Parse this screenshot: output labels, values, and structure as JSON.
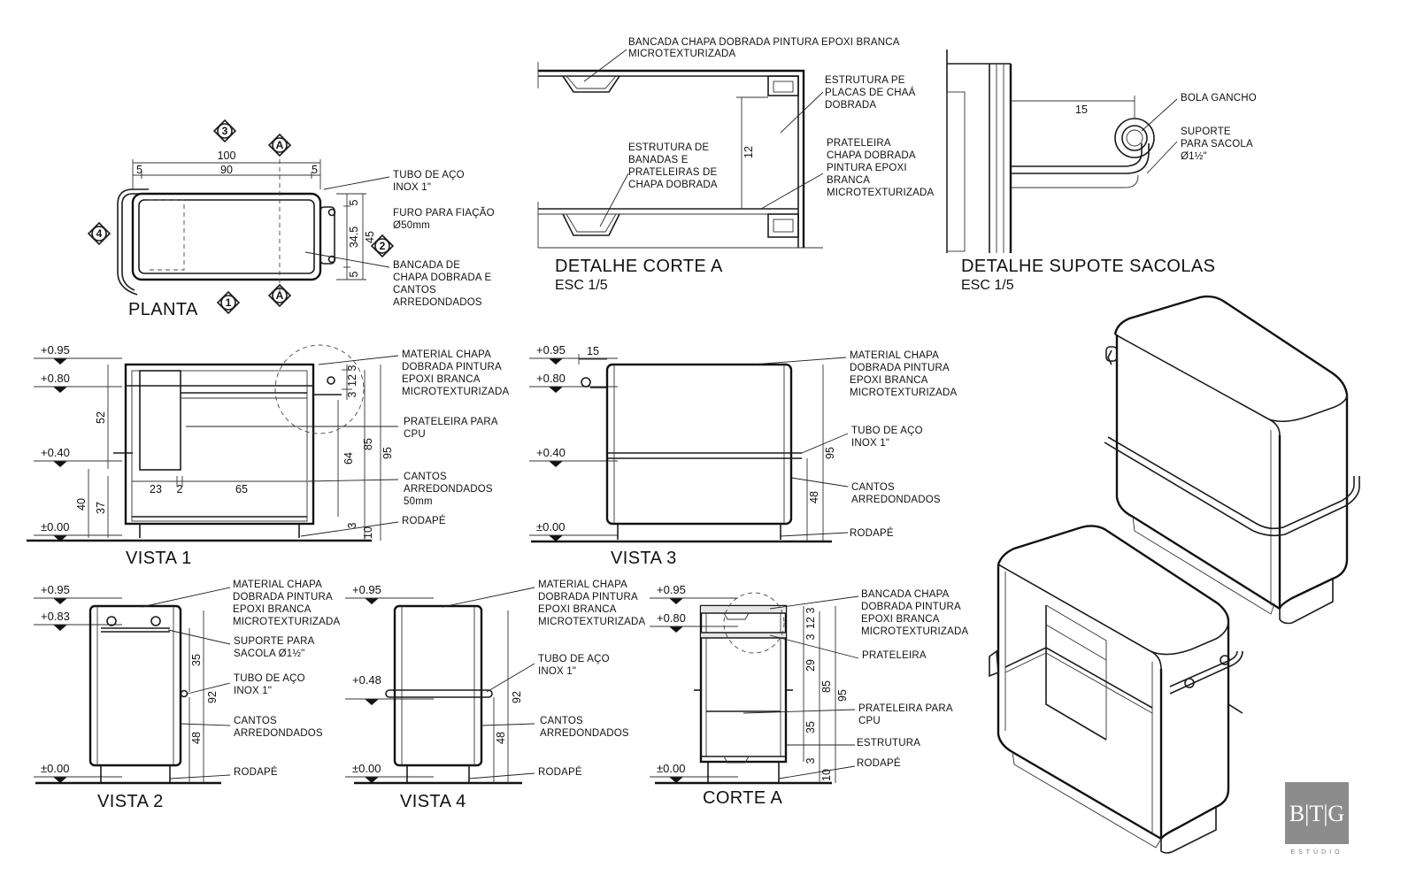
{
  "planta": {
    "title": "PLANTA",
    "tags": {
      "t3": "3",
      "tA_top": "A",
      "t4": "4",
      "t2": "2",
      "t1": "1",
      "tA_bot": "A"
    },
    "dims": {
      "d100": "100",
      "d90": "90",
      "d5a": "5",
      "d5b": "5",
      "d5c": "5",
      "d345": "34.5",
      "d45": "45",
      "d5d": "5"
    },
    "notes": {
      "tubo": [
        "TUBO DE AÇO",
        "INOX 1\""
      ],
      "furo": [
        "FURO PARA FIAÇÃO",
        "Ø50mm"
      ],
      "bancada": [
        "BANCADA DE",
        "CHAPA DOBRADA E",
        "CANTOS",
        "ARREDONDADOS"
      ]
    }
  },
  "corte_det": {
    "title": "DETALHE CORTE A",
    "scale": "ESC 1/5",
    "dims": {
      "d12": "12"
    },
    "notes": {
      "bancada": [
        "BANCADA CHAPA DOBRADA PINTURA EPOXI BRANCA",
        "MICROTEXTURIZADA"
      ],
      "estrutura_pe": [
        "ESTRUTURA PE",
        "PLACAS DE CHAÁ",
        "DOBRADA"
      ],
      "estrutura_ban": [
        "ESTRUTURA DE",
        "BANADAS E",
        "PRATELEIRAS DE",
        "CHAPA DOBRADA"
      ],
      "prateleira": [
        "PRATELEIRA",
        "CHAPA DOBRADA",
        "PINTURA EPOXI",
        "BRANCA",
        "MICROTEXTURIZADA"
      ]
    }
  },
  "sacola_det": {
    "title": "DETALHE SUPOTE SACOLAS",
    "scale": "ESC 1/5",
    "dims": {
      "d15": "15"
    },
    "notes": {
      "bola": [
        "BOLA GANCHO"
      ],
      "suporte": [
        "SUPORTE",
        "PARA SACOLA",
        "Ø1½\""
      ]
    }
  },
  "vista1": {
    "title": "VISTA 1",
    "levels": {
      "l095": "+0.95",
      "l080": "+0.80",
      "l040": "+0.40",
      "l000": "±0.00"
    },
    "dims": {
      "d52": "52",
      "d40": "40",
      "d37": "37",
      "d23": "23",
      "d2": "2",
      "d65": "65",
      "d3a": "3",
      "d12": "12",
      "d3b": "3",
      "d64": "64",
      "d85": "85",
      "d95": "95",
      "d3c": "3",
      "d10": "10"
    },
    "notes": {
      "material": [
        "MATERIAL CHAPA",
        "DOBRADA PINTURA",
        "EPOXI BRANCA",
        "MICROTEXTURIZADA"
      ],
      "prateleira": [
        "PRATELEIRA PARA",
        "CPU"
      ],
      "cantos": [
        "CANTOS",
        "ARREDONDADOS",
        "50mm"
      ],
      "rodape": [
        "RODAPÉ"
      ]
    }
  },
  "vista3": {
    "title": "VISTA 3",
    "levels": {
      "l095": "+0.95",
      "l080": "+0.80",
      "l040": "+0.40",
      "l000": "±0.00"
    },
    "dims": {
      "d15": "15",
      "d95": "95",
      "d48": "48"
    },
    "notes": {
      "material": [
        "MATERIAL CHAPA",
        "DOBRADA PINTURA",
        "EPOXI BRANCA",
        "MICROTEXTURIZADA"
      ],
      "tubo": [
        "TUBO DE AÇO",
        "INOX 1\""
      ],
      "cantos": [
        "CANTOS",
        "ARREDONDADOS"
      ],
      "rodape": [
        "RODAPÉ"
      ]
    }
  },
  "vista2": {
    "title": "VISTA 2",
    "levels": {
      "l095": "+0.95",
      "l083": "+0.83",
      "l000": "±0.00"
    },
    "dims": {
      "d35": "35",
      "d92": "92",
      "d48": "48"
    },
    "notes": {
      "material": [
        "MATERIAL CHAPA",
        "DOBRADA PINTURA",
        "EPOXI BRANCA",
        "MICROTEXTURIZADA"
      ],
      "suporte": [
        "SUPORTE PARA",
        "SACOLA Ø1½\""
      ],
      "tubo": [
        "TUBO DE AÇO",
        "INOX 1\""
      ],
      "cantos": [
        "CANTOS",
        "ARREDONDADOS"
      ],
      "rodape": [
        "RODAPÉ"
      ]
    }
  },
  "vista4": {
    "title": "VISTA 4",
    "levels": {
      "l095": "+0.95",
      "l048": "+0.48",
      "l000": "±0.00"
    },
    "dims": {
      "d92": "92",
      "d48": "48"
    },
    "notes": {
      "material": [
        "MATERIAL CHAPA",
        "DOBRADA PINTURA",
        "EPOXI BRANCA",
        "MICROTEXTURIZADA"
      ],
      "tubo": [
        "TUBO DE AÇO",
        "INOX 1\""
      ],
      "cantos": [
        "CANTOS",
        "ARREDONDADOS"
      ],
      "rodape": [
        "RODAPÉ"
      ]
    }
  },
  "corteA": {
    "title": "CORTE A",
    "levels": {
      "l095": "+0.95",
      "l080": "+0.80",
      "l000": "±0.00"
    },
    "dims": {
      "d3a": "3",
      "d12": "12",
      "d3b": "3",
      "d29": "29",
      "d85": "85",
      "d95": "95",
      "d35": "35",
      "d3c": "3",
      "d10": "10"
    },
    "notes": {
      "bancada": [
        "BANCADA CHAPA",
        "DOBRADA PINTURA",
        "EPOXI BRANCA",
        "MICROTEXTURIZADA"
      ],
      "prateleira": [
        "PRATELEIRA"
      ],
      "prateleira_cpu": [
        "PRATELEIRA PARA",
        "CPU"
      ],
      "estrutura": [
        "ESTRUTURA"
      ],
      "rodape": [
        "RODAPÉ"
      ]
    }
  },
  "logo": {
    "text": "B|T|G",
    "sub": "ESTÚDIO"
  }
}
